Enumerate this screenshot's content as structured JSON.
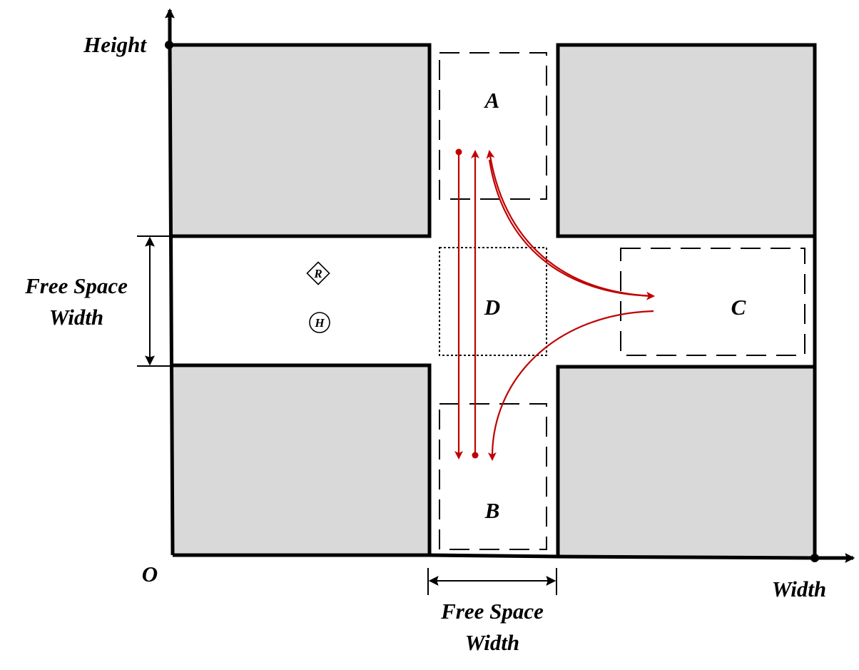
{
  "axes": {
    "x_label": "Width",
    "y_label": "Height",
    "origin_label": "O"
  },
  "zones": {
    "a": "A",
    "b": "B",
    "c": "C",
    "d": "D"
  },
  "dimensions": {
    "vertical": {
      "line1": "Free Space",
      "line2": "Width"
    },
    "horizontal": {
      "line1": "Free Space",
      "line2": "Width"
    }
  },
  "agents": {
    "robot": "R",
    "human": "H"
  },
  "colors": {
    "obstacle": "#d9d9d9",
    "wall": "#000000",
    "path": "#c00000"
  }
}
